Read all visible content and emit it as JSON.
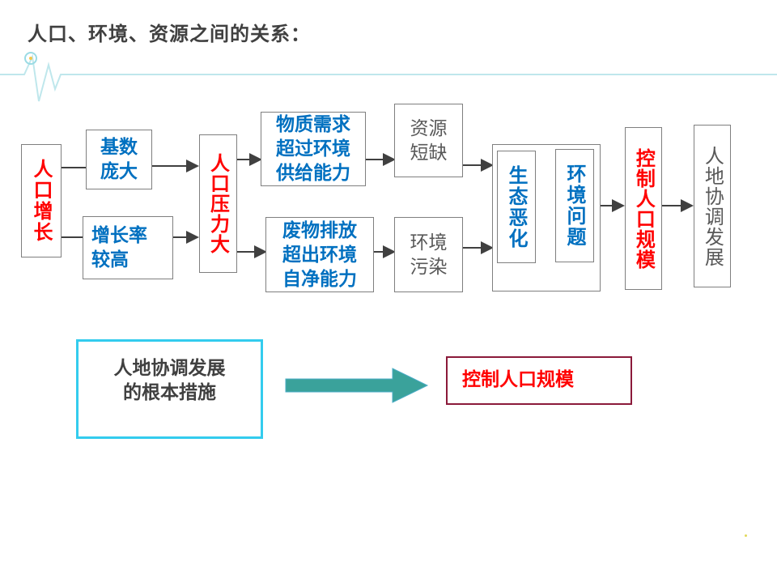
{
  "title": "人口、环境、资源之间的关系：",
  "diagram": {
    "pop_growth": "人口增长",
    "large_base": [
      "基数",
      "庞大"
    ],
    "high_rate": [
      "增长率",
      "较高"
    ],
    "pop_pressure": "人口压力大",
    "material_demand": [
      "物质需求",
      "超过环境",
      "供给能力"
    ],
    "waste": [
      "废物排放",
      "超出环境",
      "自净能力"
    ],
    "shortage": [
      "资源",
      "短缺"
    ],
    "pollution": [
      "环境",
      "污染"
    ],
    "eco_deterioration": "生态恶化",
    "env_problems": "环境问题",
    "control_pop": "控制人口规模",
    "coordinated_dev": "人地协调发展"
  },
  "bottom": {
    "left_text": [
      "人地协调发展",
      "的根本措施"
    ],
    "right_text": "控制人口规模"
  },
  "colors": {
    "red": "#ff0000",
    "blue": "#0070c0",
    "gray": "#595959",
    "teal_arrow": "#4bacc6",
    "cyan_border": "#33ccee",
    "dark_red_border": "#8b1a3a"
  }
}
